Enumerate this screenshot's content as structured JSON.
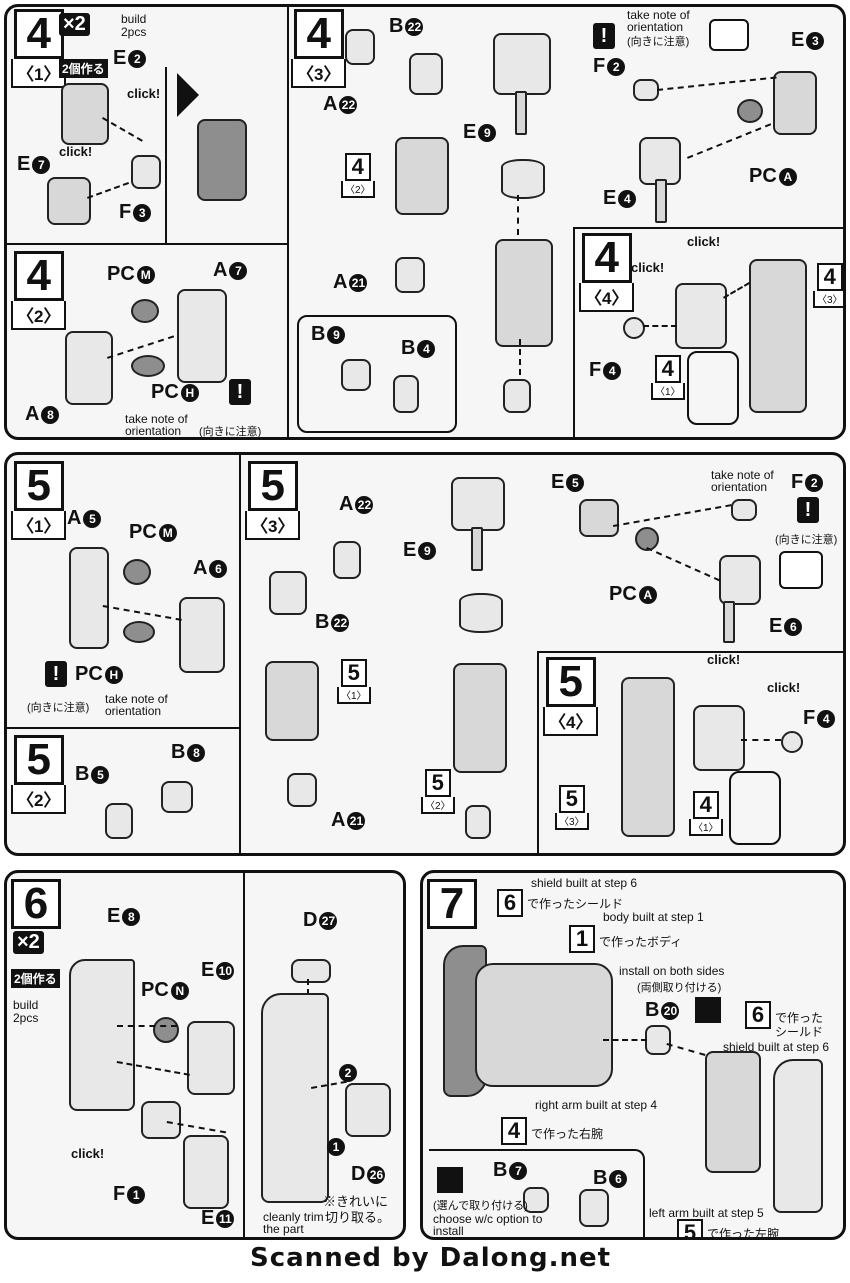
{
  "step4": {
    "num": "4",
    "p1": {
      "sub": "〈1〉",
      "x2": "×2",
      "kosu": "2個作る",
      "build": "build",
      "pcs": "2pcs",
      "e2": "E",
      "e2n": "2",
      "e7": "E",
      "e7n": "7",
      "f3": "F",
      "f3n": "3",
      "click1": "click!",
      "click2": "click!"
    },
    "p2": {
      "sub": "〈2〉",
      "pcm": "PC",
      "pcmn": "M",
      "a7": "A",
      "a7n": "7",
      "a8": "A",
      "a8n": "8",
      "pch": "PC",
      "pchn": "H",
      "note": "take note of",
      "note2": "orientation",
      "jp": "(向きに注意)"
    },
    "p3": {
      "sub": "〈3〉",
      "b22": "B",
      "b22n": "22",
      "a22": "A",
      "a22n": "22",
      "a21": "A",
      "a21n": "21",
      "ref_n": "4",
      "ref_s": "〈2〉",
      "b9": "B",
      "b9n": "9",
      "b4": "B",
      "b4n": "4",
      "e9": "E",
      "e9n": "9",
      "note": "take note of",
      "note2": "orientation",
      "jp": "(向きに注意)",
      "f2": "F",
      "f2n": "2",
      "e3": "E",
      "e3n": "3",
      "pca": "PC",
      "pcan": "A",
      "e4": "E",
      "e4n": "4"
    },
    "p4": {
      "sub": "〈4〉",
      "click1": "click!",
      "click2": "click!",
      "f4": "F",
      "f4n": "4",
      "ref1_n": "4",
      "ref1_s": "〈1〉",
      "ref2_n": "4",
      "ref2_s": "〈3〉"
    }
  },
  "step5": {
    "num": "5",
    "p1": {
      "sub": "〈1〉",
      "a5": "A",
      "a5n": "5",
      "pcm": "PC",
      "pcmn": "M",
      "a6": "A",
      "a6n": "6",
      "pch": "PC",
      "pchn": "H",
      "jp": "(向きに注意)",
      "note": "take note of",
      "note2": "orientation"
    },
    "p2": {
      "sub": "〈2〉",
      "b8": "B",
      "b8n": "8",
      "b5": "B",
      "b5n": "5"
    },
    "p3": {
      "sub": "〈3〉",
      "a22": "A",
      "a22n": "22",
      "b22": "B",
      "b22n": "22",
      "a21": "A",
      "a21n": "21",
      "ref_n": "5",
      "ref_s": "〈1〉",
      "ref2_n": "5",
      "ref2_s": "〈2〉",
      "e9": "E",
      "e9n": "9",
      "e5": "E",
      "e5n": "5",
      "note": "take note of",
      "note2": "orientation",
      "f2": "F",
      "f2n": "2",
      "jp": "(向きに注意)",
      "pca": "PC",
      "pcan": "A",
      "e6": "E",
      "e6n": "6"
    },
    "p4": {
      "sub": "〈4〉",
      "click1": "click!",
      "click2": "click!",
      "f4": "F",
      "f4n": "4",
      "ref1_n": "5",
      "ref1_s": "〈3〉",
      "ref2_n": "4",
      "ref2_s": "〈1〉"
    }
  },
  "step6": {
    "num": "6",
    "x2": "×2",
    "kosu": "2個作る",
    "build": "build",
    "pcs": "2pcs",
    "e8": "E",
    "e8n": "8",
    "pcn": "PC",
    "pcnn": "N",
    "e10": "E",
    "e10n": "10",
    "click": "click!",
    "f1": "F",
    "f1n": "1",
    "e11": "E",
    "e11n": "11",
    "d27": "D",
    "d27n": "27",
    "d26": "D",
    "d26n": "26",
    "o2": "2",
    "o1": "1",
    "trim1": "cleanly trim",
    "trim2": "the part",
    "jp1": "※きれいに",
    "jp2": "切り取る。"
  },
  "step7": {
    "num": "7",
    "shield6_en": "shield built at step 6",
    "shield6_ref": "6",
    "shield6_jp": "で作ったシールド",
    "body1_en": "body built at step 1",
    "body1_ref": "1",
    "body1_jp": "で作ったボディ",
    "both_en": "install on both sides",
    "both_jp": "(両側取り付ける)",
    "b20": "B",
    "b20n": "20",
    "shield6b_ref": "6",
    "shield6b_jp1": "で作った",
    "shield6b_jp2": "シールド",
    "shield6b_en": "shield built at step 6",
    "rarm_en": "right arm built at step 4",
    "rarm_ref": "4",
    "rarm_jp": "で作った右腕",
    "b7": "B",
    "b7n": "7",
    "b6": "B",
    "b6n": "6",
    "choose_jp": "(選んで取り付ける)",
    "choose_en": "choose w/c option to",
    "choose_en2": "install",
    "larm_en": "left arm built at step 5",
    "larm_ref": "5",
    "larm_jp": "で作った左腕"
  },
  "footer": "Scanned by Dalong.net"
}
